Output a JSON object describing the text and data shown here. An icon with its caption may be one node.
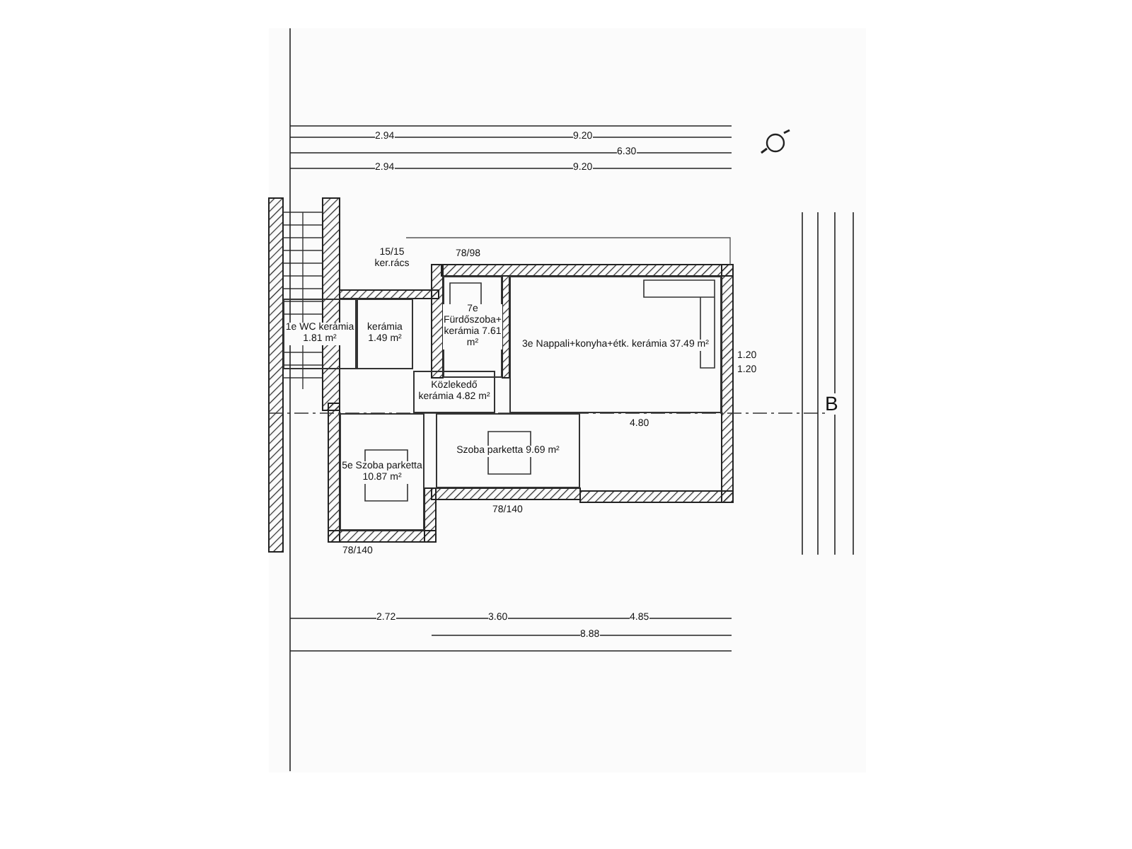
{
  "diagram": {
    "nodes": [
      {
        "text": [
          "1e WC kerámia 1.81 m²"
        ]
      },
      {
        "text": [
          "kerámia 1.49 m²"
        ]
      },
      {
        "text": [
          "7e Fürdőszoba+ kerámia 7.61 m²"
        ]
      },
      {
        "text": [
          "3e Nappali+konyha+étk. kerámia 37.49 m²"
        ]
      },
      {
        "text": [
          "Közlekedő kerámia 4.82 m²"
        ]
      },
      {
        "text": [
          "5e Szoba parketta 10.87 m²"
        ]
      },
      {
        "text": [
          "Szoba parketta 9.69 m²"
        ]
      }
    ],
    "edges": [],
    "labels": [
      "2.94",
      "9.20",
      "6.30",
      "2.94",
      "9.20",
      "78/98",
      "15/15 ker.rács",
      "1.20",
      "1.20",
      "B",
      "4.80",
      "78/140",
      "78/140",
      "2.72",
      "3.60",
      "4.85",
      "8.88"
    ]
  }
}
